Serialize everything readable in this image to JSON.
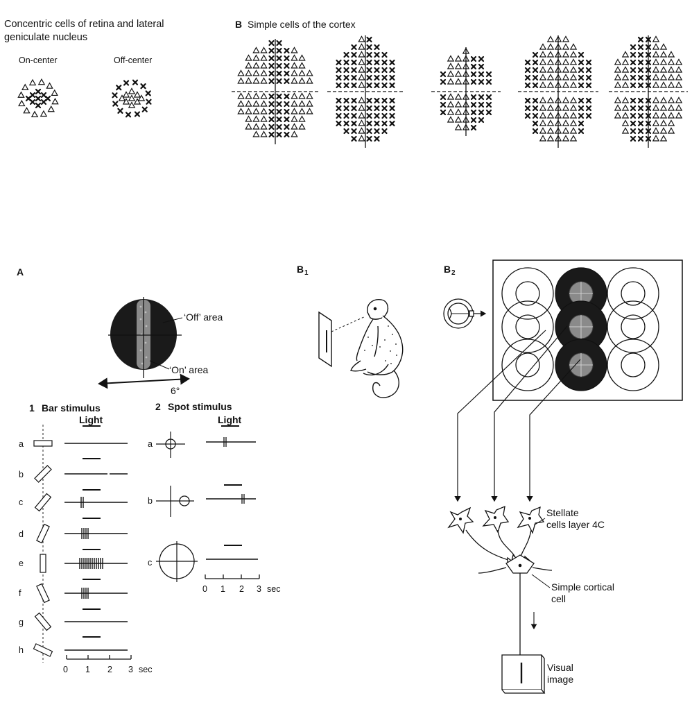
{
  "top_left": {
    "title_line1": "Concentric cells of retina and lateral",
    "title_line2": "geniculate nucleus",
    "on_center": "On-center",
    "off_center": "Off-center"
  },
  "top_right": {
    "panel_letter": "B",
    "title": "Simple cells of the cortex"
  },
  "panel_a": {
    "letter": "A",
    "off_area": "‘Off’ area",
    "on_area": "‘On’ area",
    "degrees": "6°",
    "bar_heading_num": "1",
    "bar_heading": "Bar stimulus",
    "spot_heading_num": "2",
    "spot_heading": "Spot stimulus",
    "light_label": "Light",
    "bar_rows": [
      "a",
      "b",
      "c",
      "d",
      "e",
      "f",
      "g",
      "h"
    ],
    "spot_rows": [
      "a",
      "b",
      "c"
    ],
    "bar_axis_ticks": [
      "0",
      "1",
      "2",
      "3"
    ],
    "spot_axis_ticks": [
      "0",
      "1",
      "2",
      "3"
    ],
    "axis_unit": "sec"
  },
  "panel_b": {
    "b1_letter": "B",
    "b1_sub": "1",
    "b2_letter": "B",
    "b2_sub": "2",
    "stellate_line1": "Stellate",
    "stellate_line2": "cells layer 4C",
    "simple_line1": "Simple cortical",
    "simple_line2": "cell",
    "visual_line1": "Visual",
    "visual_line2": "image"
  },
  "colors": {
    "ink": "#111111",
    "receptive_field_fill": "#1a1a1a",
    "on_strip": "#8a8a8a"
  }
}
